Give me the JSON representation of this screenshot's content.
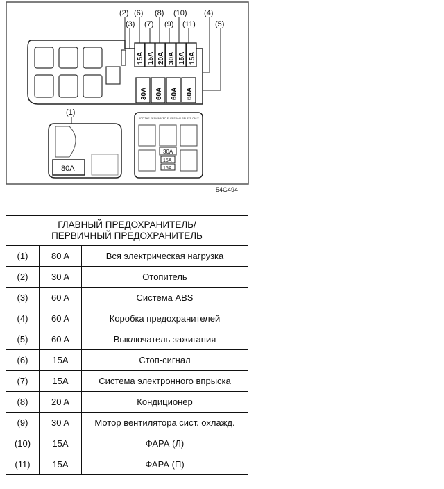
{
  "diagram": {
    "code": "54G494",
    "callouts": [
      "(1)",
      "(2)",
      "(3)",
      "(4)",
      "(5)",
      "(6)",
      "(7)",
      "(8)",
      "(9)",
      "(10)",
      "(11)"
    ],
    "top_fuses": [
      "15A",
      "15A",
      "20A",
      "30A",
      "15A",
      "15A"
    ],
    "big_fuses": [
      "30A",
      "60A",
      "60A",
      "60A"
    ],
    "main_fuse": "80A",
    "relay_fuses": [
      "30A",
      "15A",
      "15A"
    ],
    "small_text": "ADD THE DESIGNATED FUSES AND RELAYS ONLY"
  },
  "table": {
    "header_line1": "ГЛАВНЫЙ ПРЕДОХРАНИТЕЛЬ/",
    "header_line2": "ПЕРВИЧНЫЙ ПРЕДОХРАНИТЕЛЬ",
    "rows": [
      {
        "num": "(1)",
        "amp": "80 A",
        "desc": "Вся электрическая нагрузка"
      },
      {
        "num": "(2)",
        "amp": "30 A",
        "desc": "Отопитель"
      },
      {
        "num": "(3)",
        "amp": "60 A",
        "desc": "Система ABS"
      },
      {
        "num": "(4)",
        "amp": "60 A",
        "desc": "Коробка предохранителей"
      },
      {
        "num": "(5)",
        "amp": "60 A",
        "desc": "Выключатель зажигания"
      },
      {
        "num": "(6)",
        "amp": "15A",
        "desc": "Стоп-сигнал"
      },
      {
        "num": "(7)",
        "amp": "15A",
        "desc": "Система электронного впрыска"
      },
      {
        "num": "(8)",
        "amp": "20 A",
        "desc": "Кондиционер"
      },
      {
        "num": "(9)",
        "amp": "30 A",
        "desc": "Мотор вентилятора сист. охлажд."
      },
      {
        "num": "(10)",
        "amp": "15A",
        "desc": "ФАРА (Л)"
      },
      {
        "num": "(11)",
        "amp": "15A",
        "desc": "ФАРА (П)"
      }
    ]
  }
}
